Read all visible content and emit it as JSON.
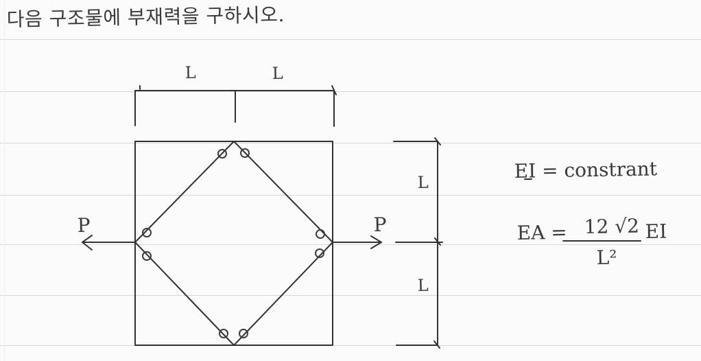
{
  "note": {
    "title": "다음 구조물에 부재력을 구하시오."
  },
  "dimensions": {
    "top_left": "L",
    "top_right": "L",
    "right_upper": "L",
    "right_lower": "L"
  },
  "loads": {
    "left": "P",
    "right": "P"
  },
  "properties": {
    "ei_equation": "EI = constrant",
    "ea_left": "EA =",
    "ea_numerator": "12 √2",
    "ea_denominator": "L²",
    "ea_right": "EI"
  }
}
